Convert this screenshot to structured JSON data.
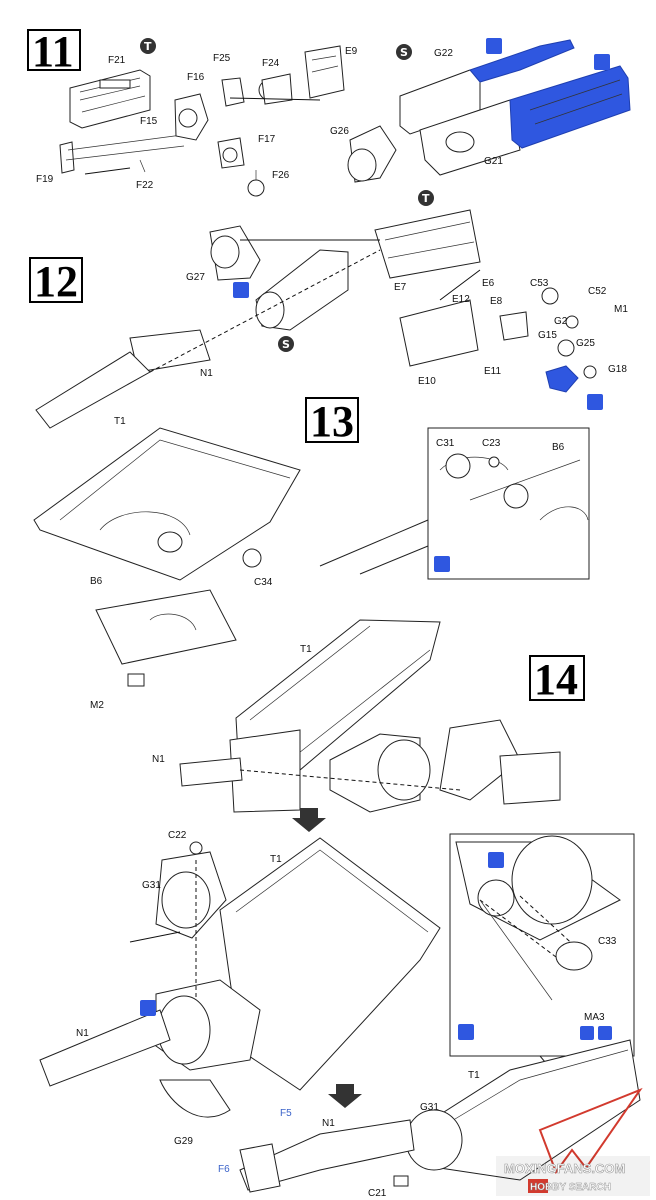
{
  "steps": {
    "s11": "11",
    "s12": "12",
    "s13": "13",
    "s14": "14"
  },
  "badges": {
    "t": "T",
    "s": "S"
  },
  "labels": {
    "F21": "F21",
    "F25": "F25",
    "F24": "F24",
    "E9": "E9",
    "F16": "F16",
    "F15": "F15",
    "F17": "F17",
    "F19": "F19",
    "F22": "F22",
    "F26": "F26",
    "G22": "G22",
    "G26": "G26",
    "G21": "G21",
    "G27": "G27",
    "E6": "E6",
    "E7": "E7",
    "E12": "E12",
    "E8": "E8",
    "C53": "C53",
    "C52": "C52",
    "M1": "M1",
    "G2": "G2",
    "G15": "G15",
    "G25": "G25",
    "E10": "E10",
    "E11": "E11",
    "G18": "G18",
    "N1": "N1",
    "T1": "T1",
    "C34": "C34",
    "B6": "B6",
    "M2": "M2",
    "C31": "C31",
    "C23": "C23",
    "C22": "C22",
    "G31": "G31",
    "C33": "C33",
    "MA3": "MA3",
    "G29": "G29",
    "F5": "F5",
    "F6": "F6",
    "C21": "C21"
  },
  "watermark": {
    "line1": "MOXINGFANS.COM",
    "line2": "HOBBY SEARCH"
  },
  "colors": {
    "highlight_blue": "#2f57e0",
    "label_blue": "#3a62c9",
    "watermark_red": "#d23a2e"
  }
}
